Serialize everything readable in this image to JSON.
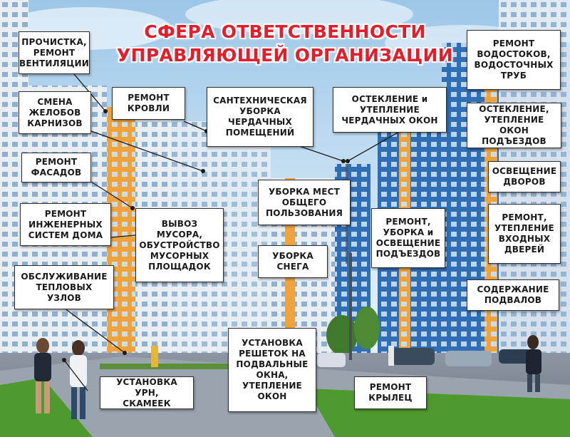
{
  "title": {
    "line1": "СФЕРА ОТВЕТСТВЕННОСТИ",
    "line2": "УПРАВЛЯЮЩЕЙ ОРГАНИЗАЦИИ"
  },
  "colors": {
    "title": "#e41d2a",
    "label_bg": "#ffffff",
    "label_border": "#2f2f2f",
    "sky": "#cfe3f2",
    "building_blue": "#2e6fb7",
    "building_orange": "#f0a23a"
  },
  "labels": {
    "ventilation": "ПРОЧИСТКА,\nРЕМОНТ\nВЕНТИЛЯЦИИ",
    "gutters": "СМЕНА\nЖЕЛОБОВ\nКАРНИЗОВ",
    "facades": "РЕМОНТ\nФАСАДОВ",
    "engineering": "РЕМОНТ\nИНЖЕНЕРНЫХ\nСИСТЕМ ДОМА",
    "heat_nodes": "ОБСЛУЖИВАНИЕ\nТЕПЛОВЫХ\nУЗЛОВ",
    "roof": "РЕМОНТ\nКРОВЛИ",
    "attic_cleaning": "САНТЕХНИЧЕСКАЯ\nУБОРКА\nЧЕРДАЧНЫХ\nПОМЕЩЕНИЙ",
    "attic_windows": "ОСТЕКЛЕНИЕ и\nУТЕПЛЕНИЕ\nЧЕРДАЧНЫХ ОКОН",
    "drainpipes": "РЕМОНТ\nВОДОСТОКОВ,\nВОДОСТОЧНЫХ\nТРУБ",
    "entrance_windows": "ОСТЕКЛЕНИЕ,\nУТЕПЛЕНИЕ ОКОН\nПОДЪЕЗДОВ",
    "yard_lighting": "ОСВЕЩЕНИЕ\nДВОРОВ",
    "entrance_doors": "РЕМОНТ,\nУТЕПЛЕНИЕ\nВХОДНЫХ\nДВЕРЕЙ",
    "basements": "СОДЕРЖАНИЕ\nПОДВАЛОВ",
    "garbage": "ВЫВОЗ\nМУСОРА,\nОБУСТРОЙСТВО\nМУСОРНЫХ\nПЛОЩАДОК",
    "common_areas": "УБОРКА МЕСТ\nОБЩЕГО\nПОЛЬЗОВАНИЯ",
    "snow": "УБОРКА\nСНЕГА",
    "entrances": "РЕМОНТ,\nУБОРКА и\nОСВЕЩЕНИЕ\nПОДЪЕЗДОВ",
    "grilles": "УСТАНОВКА\nРЕШЕТОК НА\nПОДВАЛЬНЫЕ\nОКНА,\nУТЕПЛЕНИЕ\nОКОН",
    "bins": "УСТАНОВКА УРН,\nСКАМЕЕК",
    "porches": "РЕМОНТ\nКРЫЛЕЦ"
  }
}
